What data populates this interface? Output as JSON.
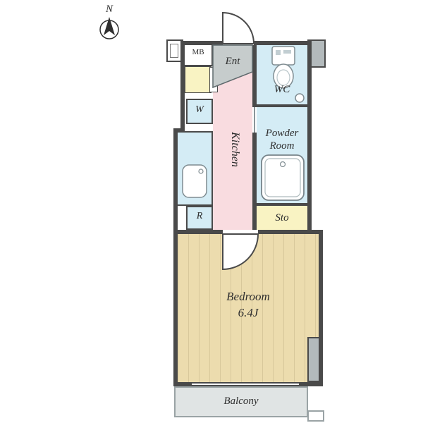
{
  "compass": {
    "label": "N"
  },
  "rooms": {
    "mb": {
      "label": "MB"
    },
    "ent": {
      "label": "Ent"
    },
    "wc": {
      "label": "WC"
    },
    "washer": {
      "label": "W"
    },
    "kitchen": {
      "label": "Kitchen"
    },
    "powder": {
      "label": "Powder Room"
    },
    "fridge": {
      "label": "R"
    },
    "storage": {
      "label": "Sto"
    },
    "bedroom": {
      "label": "Bedroom",
      "size": "6.4J"
    },
    "balcony": {
      "label": "Balcony"
    }
  },
  "colors": {
    "wall": "#4a4a4a",
    "wet_area": "#d4ecf5",
    "kitchen": "#f9dce0",
    "storage_yellow": "#f9f3c3",
    "wood": "#ecdcae",
    "wood_stripe": "#d8c89b",
    "entrance_gray": "#c6cccc",
    "balcony_gray": "#e0e4e4",
    "structure_block": "#b3babc"
  }
}
